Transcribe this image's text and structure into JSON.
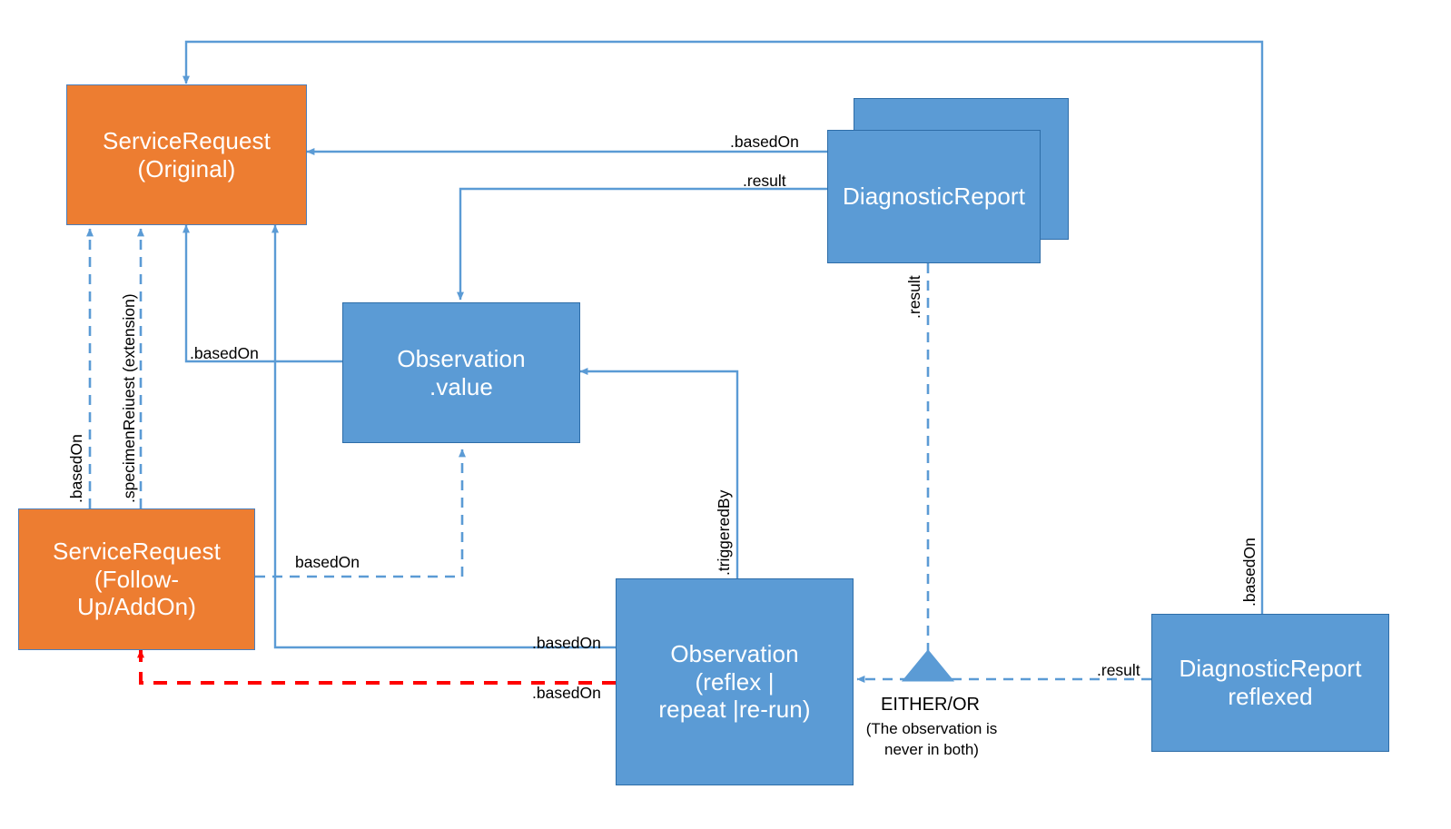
{
  "diagram": {
    "title": "FHIR ServiceRequest / Observation / DiagnosticReport reference diagram",
    "colors": {
      "orange_fill": "#ED7D31",
      "blue_fill": "#5B9BD5",
      "blue_line": "#5B9BD5",
      "blue_border": "#2E6DA8",
      "red_line": "#FF0000",
      "text_on_shape": "#FFFFFF",
      "label_text": "#000000",
      "background": "#FFFFFF"
    },
    "nodes": [
      {
        "id": "service-request-original",
        "label": "ServiceRequest\n(Original)",
        "shape": "rect",
        "fill": "orange"
      },
      {
        "id": "service-request-followup",
        "label": "ServiceRequest\n(Follow-Up/AddOn)",
        "shape": "rect",
        "fill": "orange"
      },
      {
        "id": "observation-value",
        "label": "Observation\n.value",
        "shape": "rect",
        "fill": "blue"
      },
      {
        "id": "diagnostic-report-back",
        "label": "",
        "shape": "rect",
        "fill": "blue"
      },
      {
        "id": "diagnostic-report",
        "label": "DiagnosticReport",
        "shape": "rect",
        "fill": "blue"
      },
      {
        "id": "observation-reflex",
        "label": "Observation\n(reflex |\nrepeat |re-run)",
        "shape": "rect",
        "fill": "blue"
      },
      {
        "id": "diagnostic-report-reflexed",
        "label": "DiagnosticReport\nreflexed",
        "shape": "rect",
        "fill": "blue"
      },
      {
        "id": "either-or-junction",
        "label": "",
        "shape": "triangle",
        "fill": "blue"
      }
    ],
    "node_text": {
      "service_request_original_line1": "ServiceRequest",
      "service_request_original_line2": "(Original)",
      "service_request_followup_line1": "ServiceRequest",
      "service_request_followup_line2": "(Follow-",
      "service_request_followup_line3": "Up/AddOn)",
      "observation_value_line1": "Observation",
      "observation_value_line2": ".value",
      "diagnostic_report": "DiagnosticReport",
      "observation_reflex_line1": "Observation",
      "observation_reflex_line2": "(reflex |",
      "observation_reflex_line3": "repeat |re-run)",
      "diagnostic_report_reflexed_line1": "DiagnosticReport",
      "diagnostic_report_reflexed_line2": "reflexed"
    },
    "edge_labels": {
      "dr_basedon": ".basedOn",
      "dr_result": ".result",
      "obs_value_basedon": ".basedOn",
      "sr_followup_basedon_vertical": ".basedOn",
      "sr_followup_specimenrequest": ".specimenReiuest (extension)",
      "sr_followup_basedon_horizontal": "basedOn",
      "obs_reflex_basedon": ".basedOn",
      "obs_reflex_basedon_red": ".basedOn",
      "obs_reflex_triggeredby": ".triggeredBy",
      "dr_result_vertical": ".result",
      "dr_reflexed_result": ".result",
      "dr_reflexed_basedon": ".basedOn"
    },
    "annotations": {
      "either_or_title": "EITHER/OR",
      "either_or_note_line1": "(The observation is",
      "either_or_note_line2": "never in both)"
    }
  }
}
